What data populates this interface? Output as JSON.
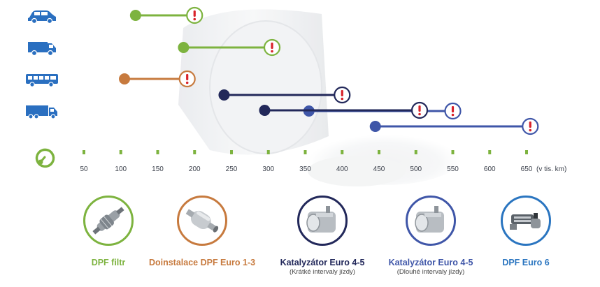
{
  "colors": {
    "green": "#7db33f",
    "orange": "#c77a3e",
    "navy": "#22285a",
    "blue": "#3f56a8",
    "lightblue": "#2a75c0",
    "vehicle": "#2a6fc0",
    "tick": "#7db33f",
    "alert": "#d9222a"
  },
  "icons": {
    "row1": "car-icon",
    "row2": "van-icon",
    "row3": "bus-icon",
    "row4": "truck-icon",
    "axis": "speedometer-icon",
    "alert": "exclamation-icon"
  },
  "chart_data": {
    "type": "range",
    "x_ticks": [
      50,
      100,
      150,
      200,
      250,
      300,
      350,
      400,
      450,
      500,
      550,
      600,
      650
    ],
    "x_unit_label": "(v tis. km)",
    "xlim": [
      50,
      650
    ],
    "rows": [
      "car",
      "van",
      "bus",
      "truck"
    ],
    "ranges": [
      {
        "row": "car",
        "start": 120,
        "end": 200,
        "color": "green"
      },
      {
        "row": "van",
        "start": 185,
        "end": 305,
        "color": "green"
      },
      {
        "row": "bus",
        "start": 105,
        "end": 190,
        "color": "orange"
      },
      {
        "row": "bus",
        "start": 240,
        "end": 400,
        "color": "navy",
        "offset": 1
      },
      {
        "row": "bus",
        "start": 355,
        "end": 550,
        "color": "blue",
        "offset": 2
      },
      {
        "row": "truck",
        "start": 295,
        "end": 505,
        "color": "navy"
      },
      {
        "row": "truck",
        "start": 445,
        "end": 655,
        "color": "blue",
        "offset": 1
      }
    ]
  },
  "legend": [
    {
      "title": "DPF filtr",
      "subtitle": "",
      "color": "green",
      "image": "dpf-filter-image"
    },
    {
      "title": "Doinstalace DPF Euro 1-3",
      "subtitle": "",
      "color": "orange",
      "image": "dpf-retrofit-image"
    },
    {
      "title": "Katalyzátor Euro 4-5",
      "subtitle": "(Krátké intervaly jízdy)",
      "color": "navy",
      "image": "catalyst-short-image"
    },
    {
      "title": "Katalyzátor Euro 4-5",
      "subtitle": "(Dlouhé intervaly jízdy)",
      "color": "blue",
      "image": "catalyst-long-image"
    },
    {
      "title": "DPF Euro 6",
      "subtitle": "",
      "color": "lightblue",
      "image": "dpf-euro6-image"
    }
  ]
}
